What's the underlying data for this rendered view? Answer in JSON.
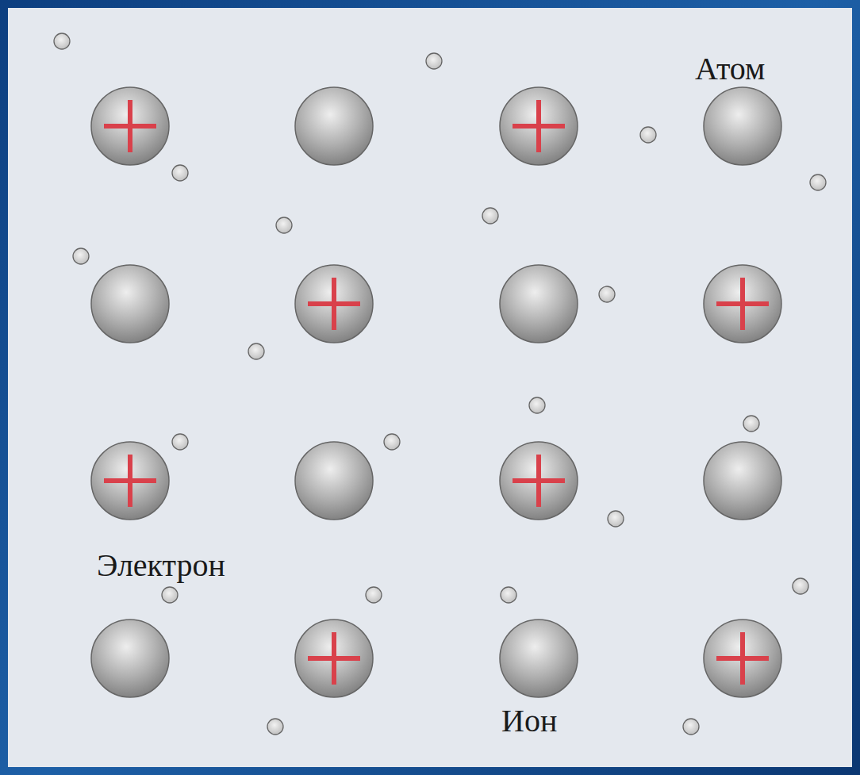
{
  "diagram": {
    "labels": [
      "Атом",
      "Электрон",
      "Ион"
    ]
  }
}
